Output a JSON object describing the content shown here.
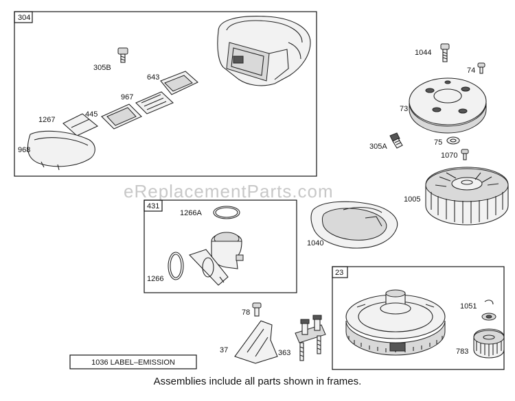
{
  "frames": {
    "f304": "304",
    "f431": "431",
    "f23": "23"
  },
  "labels": {
    "p305B": "305B",
    "p643": "643",
    "p967": "967",
    "p445": "445",
    "p1267": "1267",
    "p968": "968",
    "p1044": "1044",
    "p74": "74",
    "p73": "73",
    "p305A": "305A",
    "p75": "75",
    "p1070": "1070",
    "p1005": "1005",
    "p1040": "1040",
    "p1266A": "1266A",
    "p1266": "1266",
    "p1051": "1051",
    "p783": "783",
    "p78": "78",
    "p37": "37",
    "p363": "363"
  },
  "emission_label": "1036 LABEL–EMISSION",
  "watermark": "eReplacementParts.com",
  "footer_note": "Assemblies include all parts shown in frames.",
  "colors": {
    "line": "#222222",
    "fill": "#f2f2f2",
    "shade": "#d9d9d9",
    "watermark": "#c8c8c8"
  }
}
